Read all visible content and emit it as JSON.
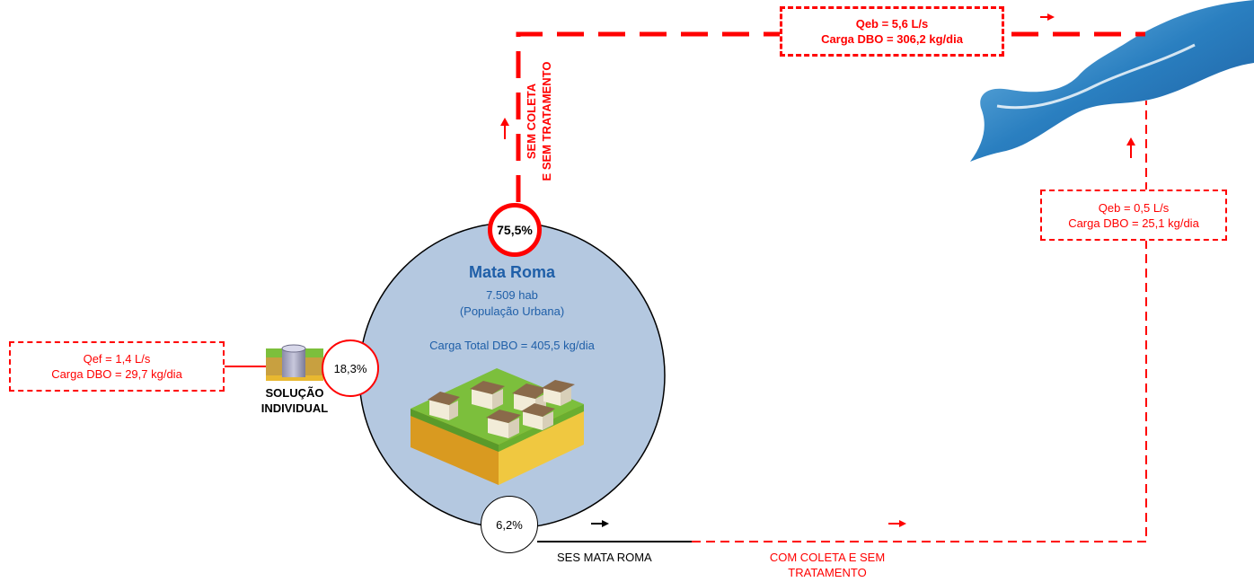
{
  "city": {
    "name": "Mata Roma",
    "population": "7.509 hab",
    "population_type": "(População Urbana)",
    "total_load": "Carga Total DBO = 405,5 kg/dia"
  },
  "no_collection": {
    "percent": "75,5%",
    "label_line1": "SEM COLETA",
    "label_line2": "E SEM TRATAMENTO",
    "flow": "Qeb = 5,6 L/s",
    "load": "Carga DBO = 306,2 kg/dia"
  },
  "individual_solution": {
    "percent": "18,3%",
    "label_line1": "SOLUÇÃO",
    "label_line2": "INDIVIDUAL",
    "flow": "Qef = 1,4 L/s",
    "load": "Carga DBO = 29,7 kg/dia"
  },
  "ses": {
    "percent": "6,2%",
    "label": "SES MATA ROMA",
    "collection_line1": "COM COLETA E SEM",
    "collection_line2": "TRATAMENTO",
    "flow": "Qeb = 0,5 L/s",
    "load": "Carga DBO = 25,1 kg/dia"
  },
  "colors": {
    "red": "#ff0000",
    "circle_fill": "#b4c8e0",
    "city_text": "#1f5fa8",
    "river": "#2a7fc0"
  },
  "icons": [
    "septic-tank-icon",
    "houses-icon",
    "river-icon",
    "arrow-right-icon",
    "arrow-up-icon"
  ]
}
